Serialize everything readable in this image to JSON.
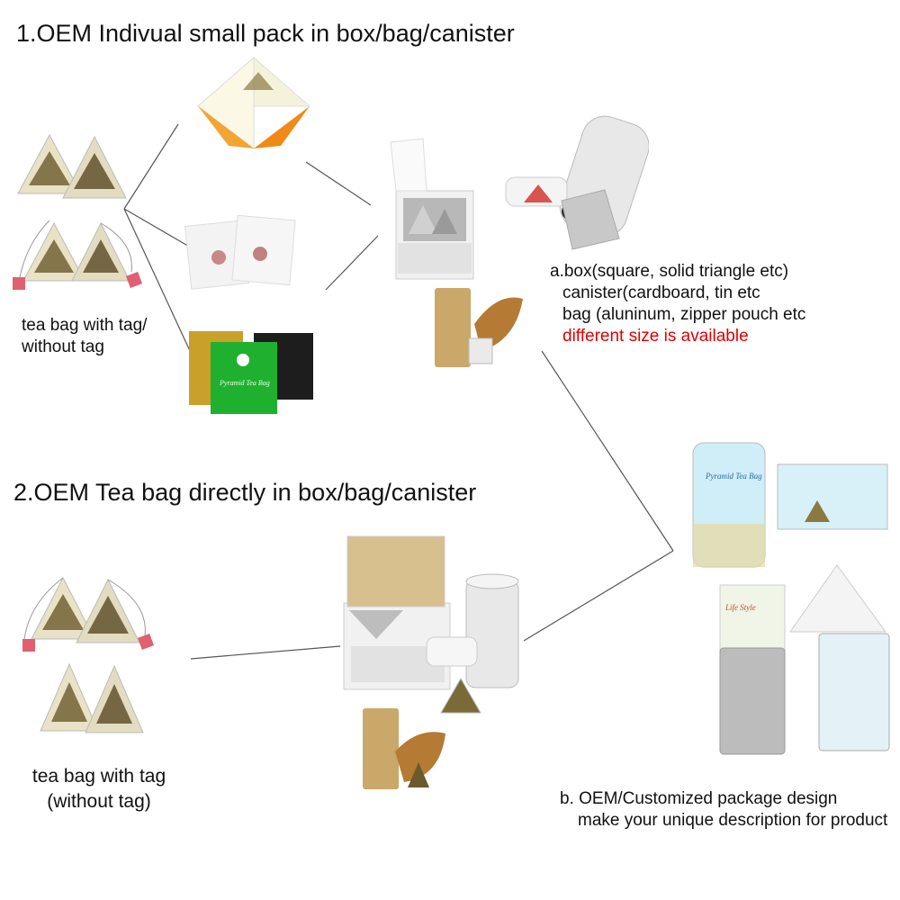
{
  "section1": {
    "heading": "1.OEM Indivual small pack in box/bag/canister",
    "tea_bag_caption": [
      "tea bag with tag/",
      "without tag"
    ],
    "packaging_caption": {
      "line1": "a.box(square, solid triangle etc)",
      "line2": "canister(cardboard, tin etc",
      "line3": "bag (aluninum, zipper pouch etc",
      "line4": "different size is available",
      "highlight_color": "#e00000"
    },
    "sachet_label": "Pyramid Tea Bag"
  },
  "section2": {
    "heading": "2.OEM Tea bag directly in box/bag/canister",
    "tea_bag_caption": [
      "tea bag with tag",
      "(without tag)"
    ],
    "design_caption": {
      "line1": "b. OEM/Customized package design",
      "line2": "make your unique description for product"
    },
    "canister_label": "Pyramid Tea Bag",
    "box_label": "Life Style"
  }
}
